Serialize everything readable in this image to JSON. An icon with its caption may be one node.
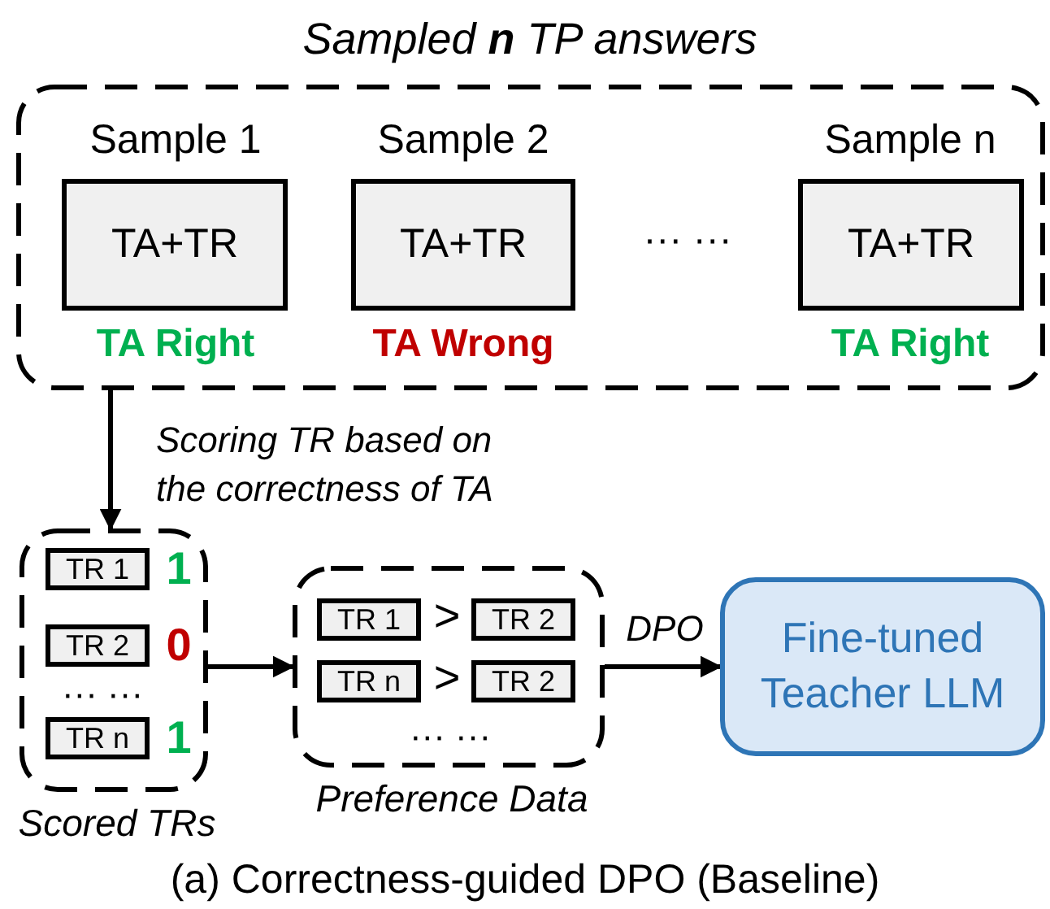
{
  "diagram": {
    "caption": "(a) Correctness-guided DPO (Baseline)",
    "nodes": [
      {
        "text": [
          "Sampled **n** TP answers"
        ]
      },
      {
        "text": [
          "Sample 1",
          "TA+TR"
        ],
        "beside": [
          "TA Right"
        ],
        "in": 0
      },
      {
        "text": [
          "Sample 2",
          "TA+TR"
        ],
        "beside": [
          "TA Wrong"
        ],
        "in": 0
      },
      {
        "text": [
          "Sample n",
          "TA+TR"
        ],
        "beside": [
          "TA Right"
        ],
        "in": 0
      },
      {
        "text": [
          "Scored TRs"
        ]
      },
      {
        "text": [
          "TR 1"
        ],
        "beside": [
          "1"
        ],
        "in": 4
      },
      {
        "text": [
          "TR 2"
        ],
        "beside": [
          "0"
        ],
        "in": 4
      },
      {
        "text": [
          "TR n"
        ],
        "beside": [
          "1"
        ],
        "in": 4
      },
      {
        "text": [
          "Preference Data"
        ]
      },
      {
        "text": [
          "TR 1"
        ],
        "in": 8
      },
      {
        "text": [
          "TR 2"
        ],
        "in": 8
      },
      {
        "text": [
          "TR n"
        ],
        "in": 8
      },
      {
        "text": [
          "TR 2"
        ],
        "in": 8
      },
      {
        "text": [
          "Fine-tuned Teacher LLM"
        ]
      }
    ],
    "edges": [
      {
        "from": 0,
        "to": 4,
        "arrow": "to",
        "label": "Scoring TR based on the correctness of TA"
      },
      {
        "from": 4,
        "to": 8,
        "arrow": "to"
      },
      {
        "from": 8,
        "to": 13,
        "arrow": "to",
        "label": "DPO"
      }
    ],
    "labels": [
      "··· ···",
      "··· ···",
      ">",
      ">",
      "··· ···"
    ]
  }
}
